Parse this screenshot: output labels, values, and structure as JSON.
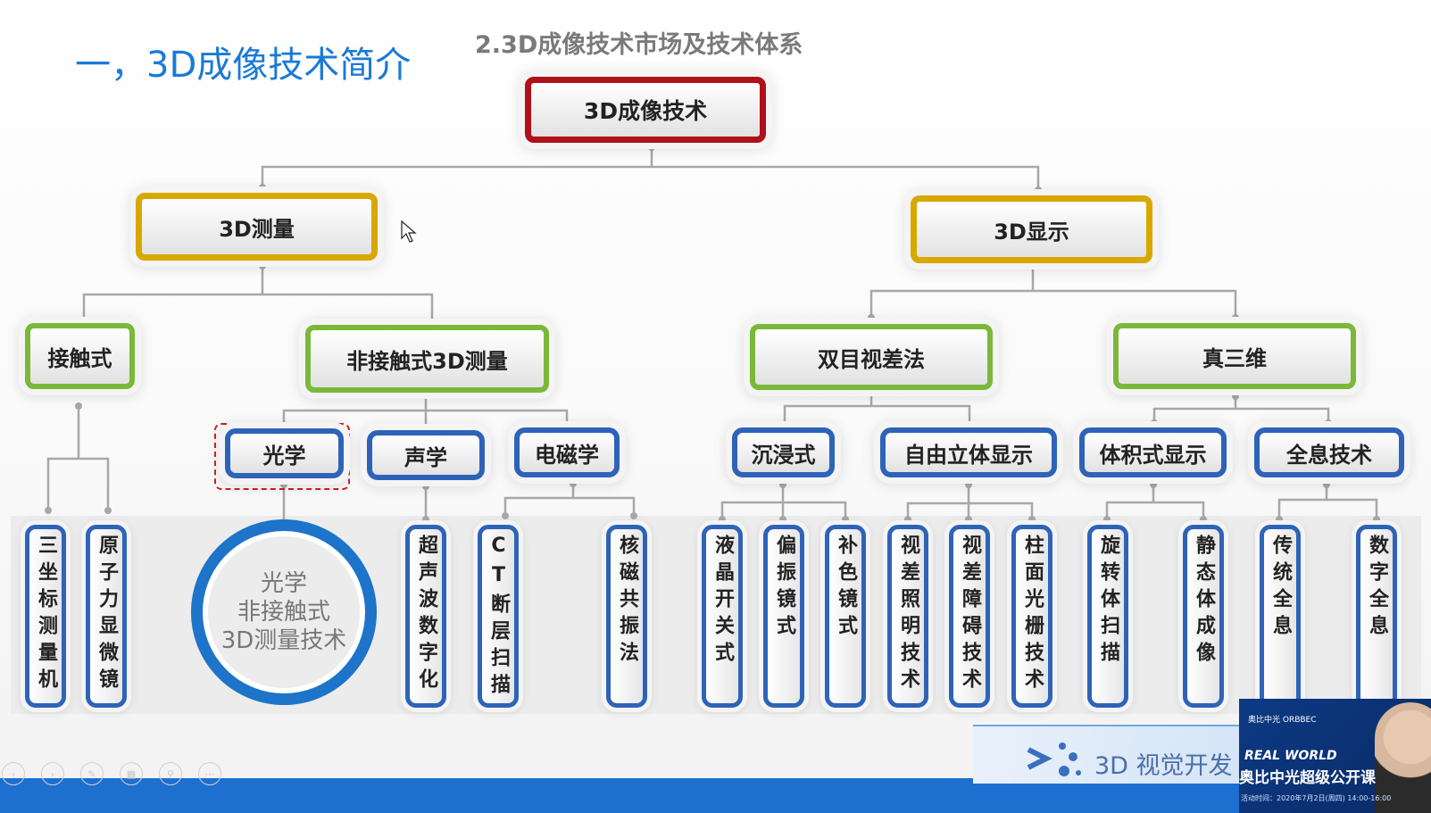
{
  "section_title": "一，3D成像技术简介",
  "slide_title": "2.3D成像技术市场及技术体系",
  "root": "3D成像技术",
  "level1": {
    "measure": "3D测量",
    "display": "3D显示"
  },
  "level2": {
    "contact": "接触式",
    "noncontact": "非接触式3D测量",
    "binocular": "双目视差法",
    "true3d": "真三维"
  },
  "level3": {
    "optics": "光学",
    "acoustics": "声学",
    "electromagnetics": "电磁学",
    "immersive": "沉浸式",
    "autostereo": "自由立体显示",
    "volumetric": "体积式显示",
    "holographic": "全息技术"
  },
  "leaves": {
    "cmm": "三坐标测量机",
    "afm": "原子力显微镜",
    "ultrasonic": "超声波数字化",
    "ct": "CT断层扫描",
    "mri": "核磁共振法",
    "lcd_shutter": "液晶开关式",
    "polarized": "偏振镜式",
    "anaglyph": "补色镜式",
    "parallax_illum": "视差照明技术",
    "parallax_barrier": "视差障碍技术",
    "lenticular": "柱面光栅技术",
    "rotating_scan": "旋转体扫描",
    "static_vol": "静态体成像",
    "trad_holo": "传统全息",
    "digital_holo": "数字全息"
  },
  "optics_circle": "光学\n非接触式\n3D测量技术",
  "footer": {
    "logo_text": "3D 视觉开发",
    "video_brand": "REAL WORLD",
    "video_caption": "奥比中光超级公开课",
    "video_logo": "奥比中光 ORBBEC",
    "video_date": "活动时间：2020年7月2日(周四) 14:00-16:00"
  },
  "colors": {
    "root": "#b0101a",
    "level1": "#d9a800",
    "level2": "#7bb83a",
    "level3": "#2e63b8",
    "accent": "#1a7ad6"
  },
  "icons": [
    "prev-icon",
    "next-icon",
    "pen-icon",
    "slides-icon",
    "zoom-icon",
    "more-icon"
  ]
}
